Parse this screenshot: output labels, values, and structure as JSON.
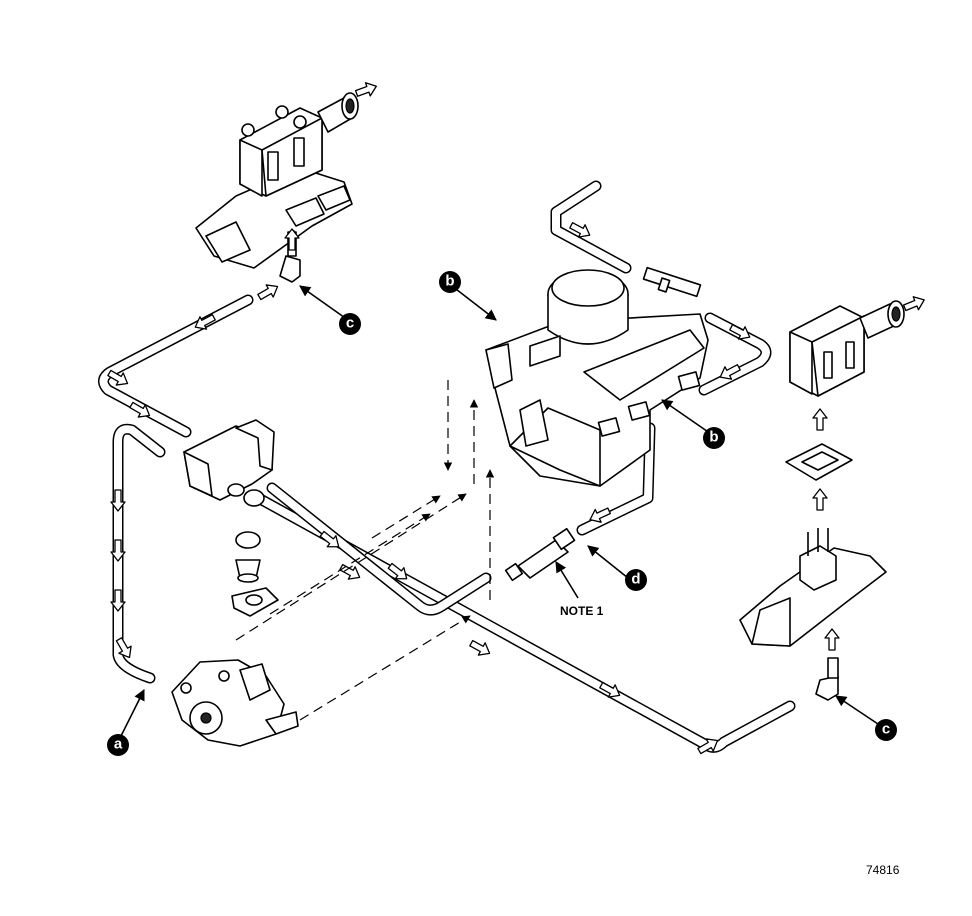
{
  "callouts": {
    "a": "a",
    "b_top": "b",
    "b_right": "b",
    "c_top": "c",
    "c_right": "c",
    "d": "d"
  },
  "note": "NOTE 1",
  "figure_number": "74816"
}
